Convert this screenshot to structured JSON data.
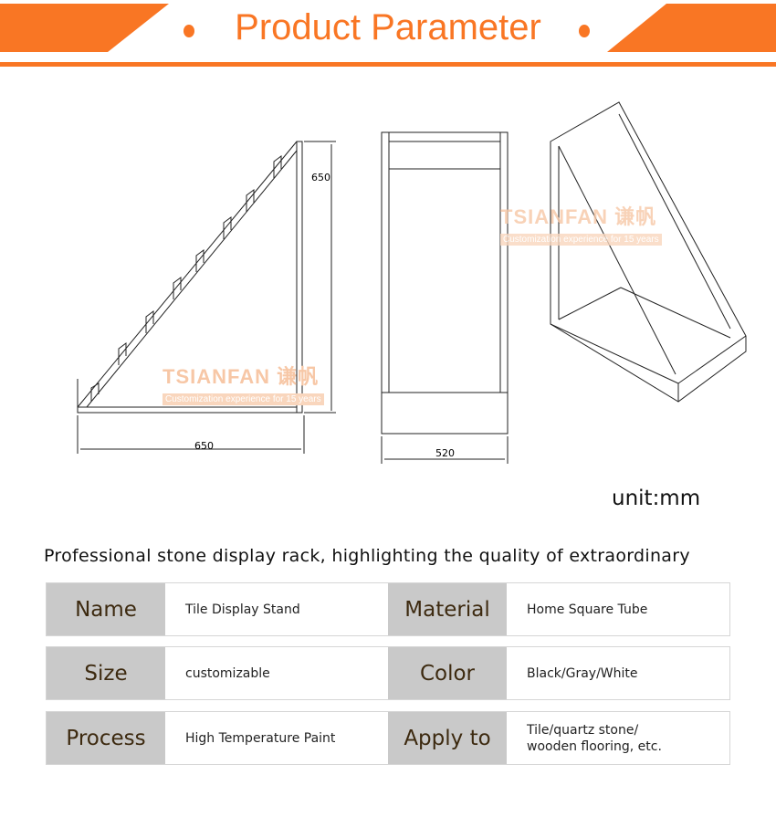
{
  "header": {
    "title": "Product Parameter",
    "accent": "#f97624"
  },
  "watermark": {
    "brand": "TSIANFAN 谦帆",
    "slogan": "Customization experience for 15 years"
  },
  "drawings": {
    "side_height": "650",
    "side_width": "650",
    "front_width": "520"
  },
  "unit": "unit:mm",
  "tagline": "Professional stone display rack, highlighting the quality of extraordinary",
  "specs": [
    {
      "l1": "Name",
      "v1": "Tile Display Stand",
      "l2": "Material",
      "v2": "Home Square Tube"
    },
    {
      "l1": "Size",
      "v1": "customizable",
      "l2": "Color",
      "v2": "Black/Gray/White"
    },
    {
      "l1": "Process",
      "v1": "High Temperature Paint",
      "l2": "Apply to",
      "v2": "Tile/quartz stone/\nwooden flooring, etc."
    }
  ]
}
